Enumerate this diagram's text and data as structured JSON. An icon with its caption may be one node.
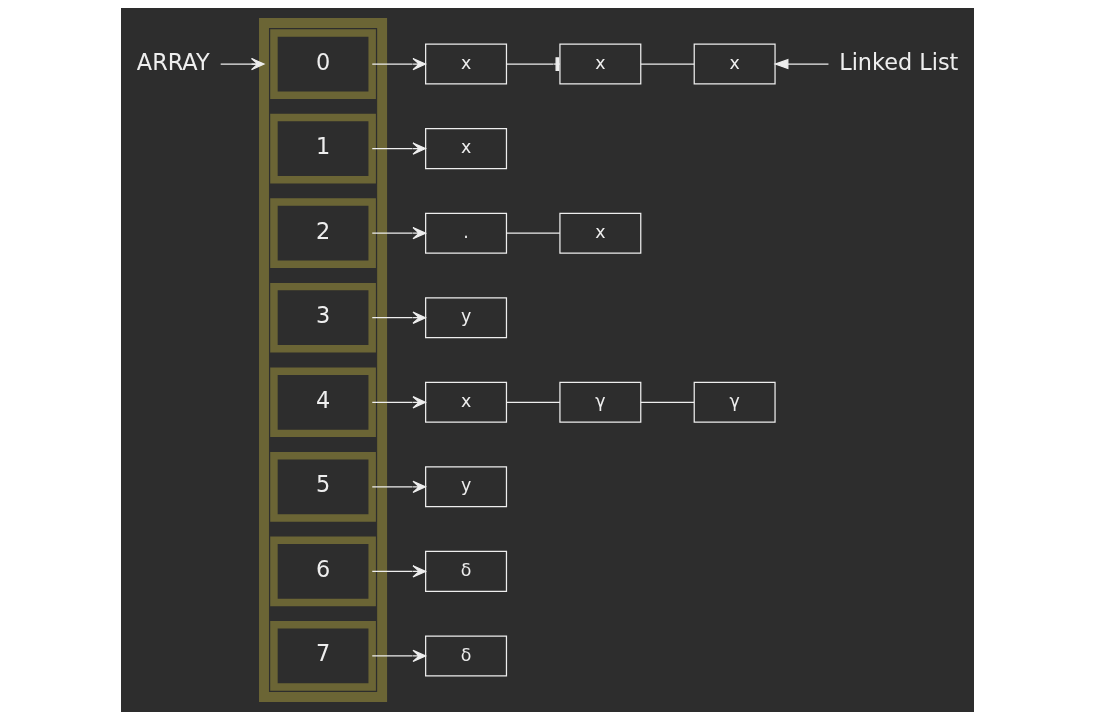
{
  "diagram": {
    "nodes": [
      {
        "text": [
          "ARRAY"
        ]
      },
      {
        "text": [],
        "shape": "box"
      },
      {
        "text": [
          "0"
        ],
        "in": 1
      },
      {
        "text": [
          "1"
        ],
        "in": 1
      },
      {
        "text": [
          "2"
        ],
        "in": 1
      },
      {
        "text": [
          "3"
        ],
        "in": 1
      },
      {
        "text": [
          "4"
        ],
        "in": 1
      },
      {
        "text": [
          "5"
        ],
        "in": 1
      },
      {
        "text": [
          "6"
        ],
        "in": 1
      },
      {
        "text": [
          "7"
        ],
        "in": 1
      },
      {
        "text": [
          "x"
        ]
      },
      {
        "text": [
          "x"
        ]
      },
      {
        "text": [
          "x"
        ]
      },
      {
        "text": [
          "x"
        ]
      },
      {
        "text": [
          "."
        ]
      },
      {
        "text": [
          "x"
        ]
      },
      {
        "text": [
          "y"
        ]
      },
      {
        "text": [
          "x"
        ]
      },
      {
        "text": [
          "γ"
        ]
      },
      {
        "text": [
          "γ"
        ]
      },
      {
        "text": [
          "y"
        ]
      },
      {
        "text": [
          "δ"
        ]
      },
      {
        "text": [
          "δ"
        ]
      },
      {
        "text": [
          "Linked List"
        ]
      }
    ],
    "edges": [
      {
        "from": 0,
        "to": 1,
        "arrow": "to"
      },
      {
        "from": 2,
        "to": 10,
        "arrow": "to"
      },
      {
        "from": 10,
        "to": 11,
        "arrow": "other"
      },
      {
        "from": 11,
        "to": 12,
        "arrow": "none"
      },
      {
        "from": 3,
        "to": 13,
        "arrow": "to"
      },
      {
        "from": 4,
        "to": 14,
        "arrow": "to"
      },
      {
        "from": 14,
        "to": 15,
        "arrow": "none"
      },
      {
        "from": 5,
        "to": 16,
        "arrow": "to"
      },
      {
        "from": 6,
        "to": 17,
        "arrow": "to"
      },
      {
        "from": 17,
        "to": 18,
        "arrow": "none"
      },
      {
        "from": 18,
        "to": 19,
        "arrow": "none"
      },
      {
        "from": 7,
        "to": 20,
        "arrow": "to"
      },
      {
        "from": 8,
        "to": 21,
        "arrow": "to"
      },
      {
        "from": 9,
        "to": 22,
        "arrow": "to"
      },
      {
        "from": 23,
        "to": 12,
        "arrow": "to"
      }
    ]
  }
}
